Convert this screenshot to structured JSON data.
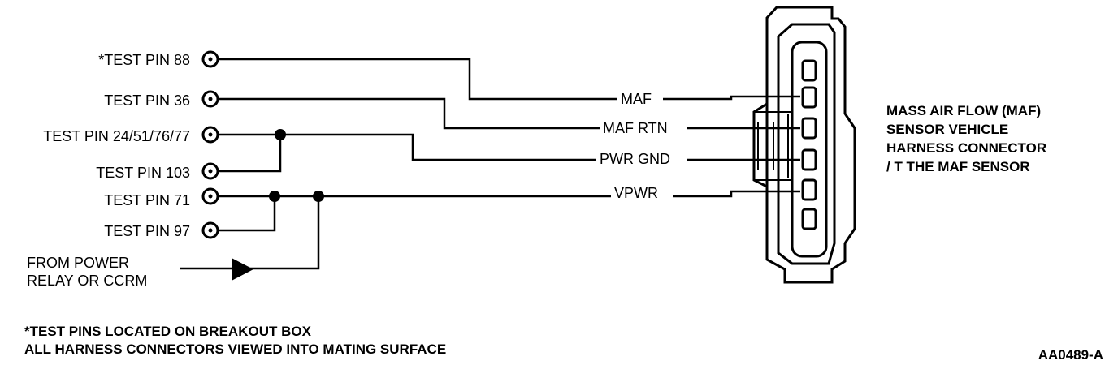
{
  "pins": [
    {
      "id": "pin88",
      "label": "*TEST PIN 88"
    },
    {
      "id": "pin36",
      "label": "TEST PIN 36"
    },
    {
      "id": "pin24",
      "label": "TEST PIN 24/51/76/77"
    },
    {
      "id": "pin103",
      "label": "TEST PIN 103"
    },
    {
      "id": "pin71",
      "label": "TEST PIN 71"
    },
    {
      "id": "pin97",
      "label": "TEST PIN 97"
    }
  ],
  "power_source": {
    "line1": "FROM POWER",
    "line2": "RELAY OR CCRM"
  },
  "signals": [
    {
      "id": "maf",
      "label": "MAF"
    },
    {
      "id": "maf_rtn",
      "label": "MAF RTN"
    },
    {
      "id": "pwr_gnd",
      "label": "PWR GND"
    },
    {
      "id": "vpwr",
      "label": "VPWR"
    }
  ],
  "connector_caption": [
    "MASS AIR FLOW (MAF)",
    "SENSOR VEHICLE",
    "HARNESS CONNECTOR",
    "/ T THE MAF SENSOR"
  ],
  "notes": {
    "line1": "*TEST PINS LOCATED ON BREAKOUT BOX",
    "line2": "ALL HARNESS CONNECTORS VIEWED INTO MATING SURFACE"
  },
  "figure_id": "AA0489-A"
}
